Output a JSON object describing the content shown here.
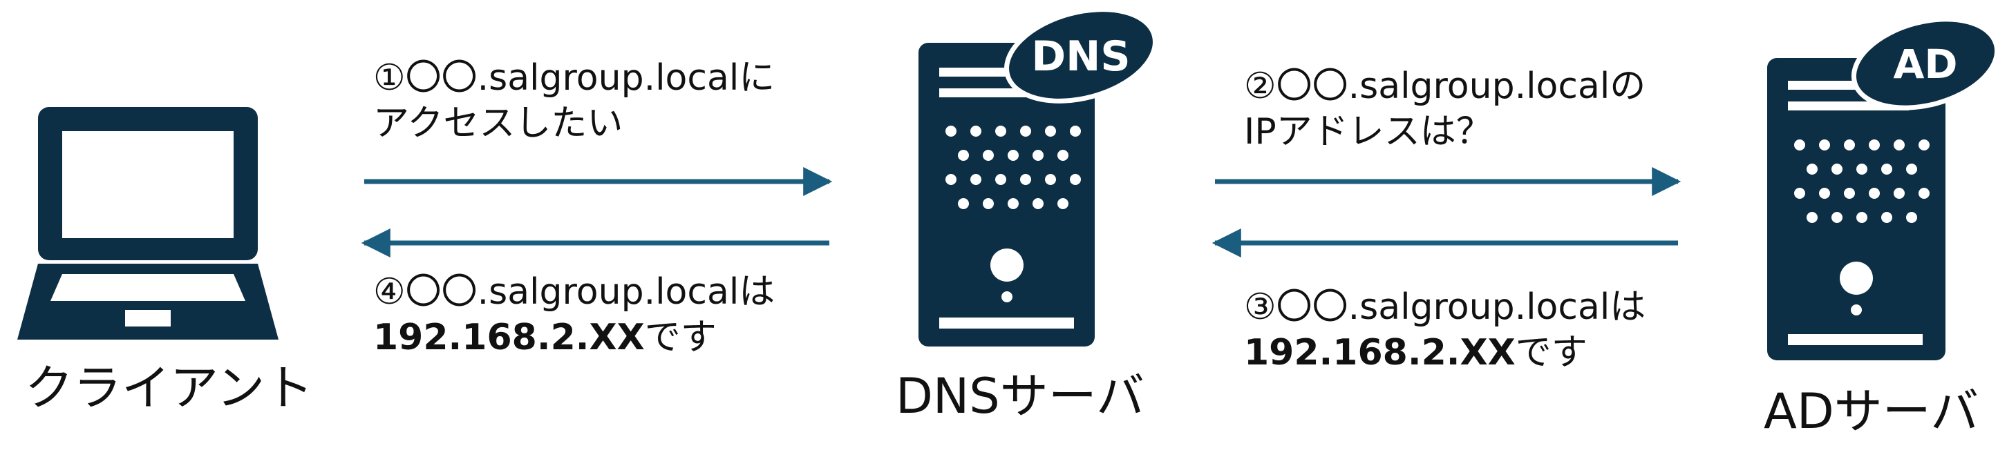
{
  "colors": {
    "navy": "#0d2f45",
    "arrow": "#1b5d7e",
    "background": "#ffffff",
    "text": "#111111"
  },
  "nodes": {
    "client": {
      "label": "クライアント",
      "icon": "laptop-icon"
    },
    "dns_server": {
      "label": "DNSサーバ",
      "icon": "server-tower-icon",
      "badge": "DNS"
    },
    "ad_server": {
      "label": "ADサーバ",
      "icon": "server-tower-icon",
      "badge": "AD"
    }
  },
  "messages": {
    "m1": {
      "line1": "①〇〇.salgroup.localに",
      "line2": "アクセスしたい",
      "direction": "right"
    },
    "m2": {
      "line1": "②〇〇.salgroup.localの",
      "line2": "IPアドレスは？",
      "direction": "right"
    },
    "m3": {
      "line1": "③〇〇.salgroup.localは",
      "line2_bold": "192.168.2.XX",
      "line2_rest": "です",
      "direction": "left"
    },
    "m4": {
      "line1": "④〇〇.salgroup.localは",
      "line2_bold": "192.168.2.XX",
      "line2_rest": "です",
      "direction": "left"
    }
  }
}
